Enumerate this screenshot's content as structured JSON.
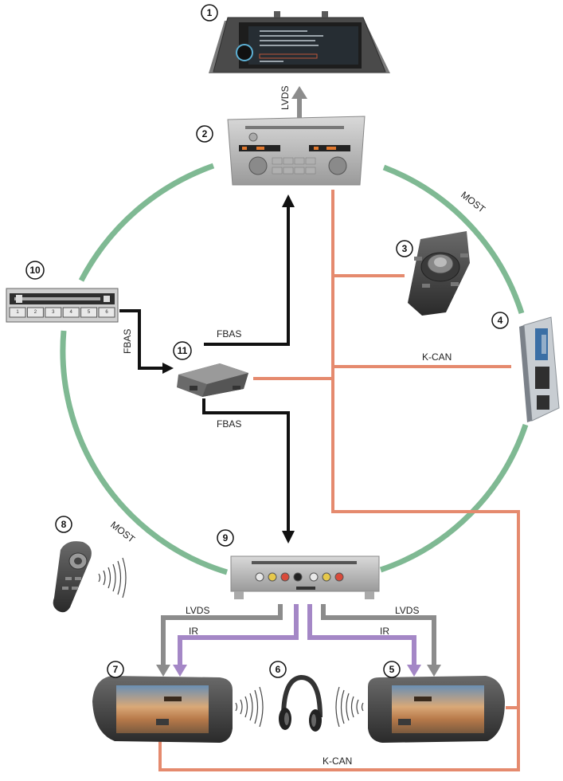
{
  "colors": {
    "most": "#7fb993",
    "kcan": "#e58a6e",
    "fbas": "#111111",
    "lvds": "#8c8c8c",
    "ir": "#a487c6"
  },
  "components": [
    {
      "number": "1",
      "icon": "central-display-icon"
    },
    {
      "number": "2",
      "icon": "head-unit-icon"
    },
    {
      "number": "3",
      "icon": "idrive-controller-icon"
    },
    {
      "number": "4",
      "icon": "control-module-icon"
    },
    {
      "number": "5",
      "icon": "rear-display-icon"
    },
    {
      "number": "6",
      "icon": "headphones-icon"
    },
    {
      "number": "7",
      "icon": "rear-display-icon"
    },
    {
      "number": "8",
      "icon": "remote-control-icon"
    },
    {
      "number": "9",
      "icon": "dvd-changer-icon"
    },
    {
      "number": "10",
      "icon": "rear-panel-icon"
    },
    {
      "number": "11",
      "icon": "video-module-icon"
    }
  ],
  "labels": {
    "lvds_top": "LVDS",
    "most_right": "MOST",
    "most_left": "MOST",
    "fbas_left": "FBAS",
    "fbas_top": "FBAS",
    "fbas_bottom": "FBAS",
    "kcan_right": "K-CAN",
    "kcan_bottom": "K-CAN",
    "lvds_left": "LVDS",
    "lvds_right": "LVDS",
    "ir_left": "IR",
    "ir_right": "IR"
  },
  "panel_buttons": [
    "1",
    "2",
    "3",
    "4",
    "5",
    "6"
  ]
}
